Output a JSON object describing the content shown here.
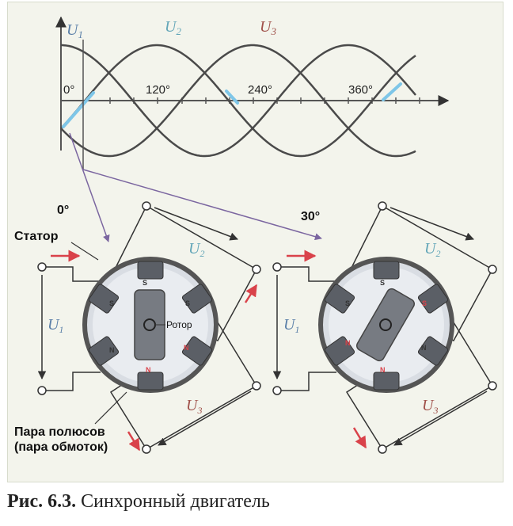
{
  "graph": {
    "u1_label": "U",
    "u1_sub": "1",
    "u2_label": "U",
    "u2_sub": "2",
    "u3_label": "U",
    "u3_sub": "3",
    "ticks": [
      "0°",
      "120°",
      "240°",
      "360°"
    ]
  },
  "left_motor": {
    "angle": "0°",
    "stator_label": "Статор",
    "rotor_label": "Ротор",
    "pole_pair_line1": "Пара полюсов",
    "pole_pair_line2": "(пара обмоток)",
    "u1": "U",
    "u1_sub": "1",
    "u2": "U",
    "u2_sub": "2",
    "u3": "U",
    "u3_sub": "3"
  },
  "right_motor": {
    "angle": "30°",
    "u1": "U",
    "u1_sub": "1",
    "u2": "U",
    "u2_sub": "2",
    "u3": "U",
    "u3_sub": "3"
  },
  "poles": {
    "north": "N",
    "south": "S"
  },
  "caption": {
    "number": "Рис. 6.3.",
    "title": "Синхронный двигатель"
  },
  "colors": {
    "u1": "#5a7fa8",
    "u2": "#63a6b8",
    "u3": "#a0514a",
    "arrow_red": "#d9424a",
    "highlight_blue": "#7ec6e8"
  }
}
